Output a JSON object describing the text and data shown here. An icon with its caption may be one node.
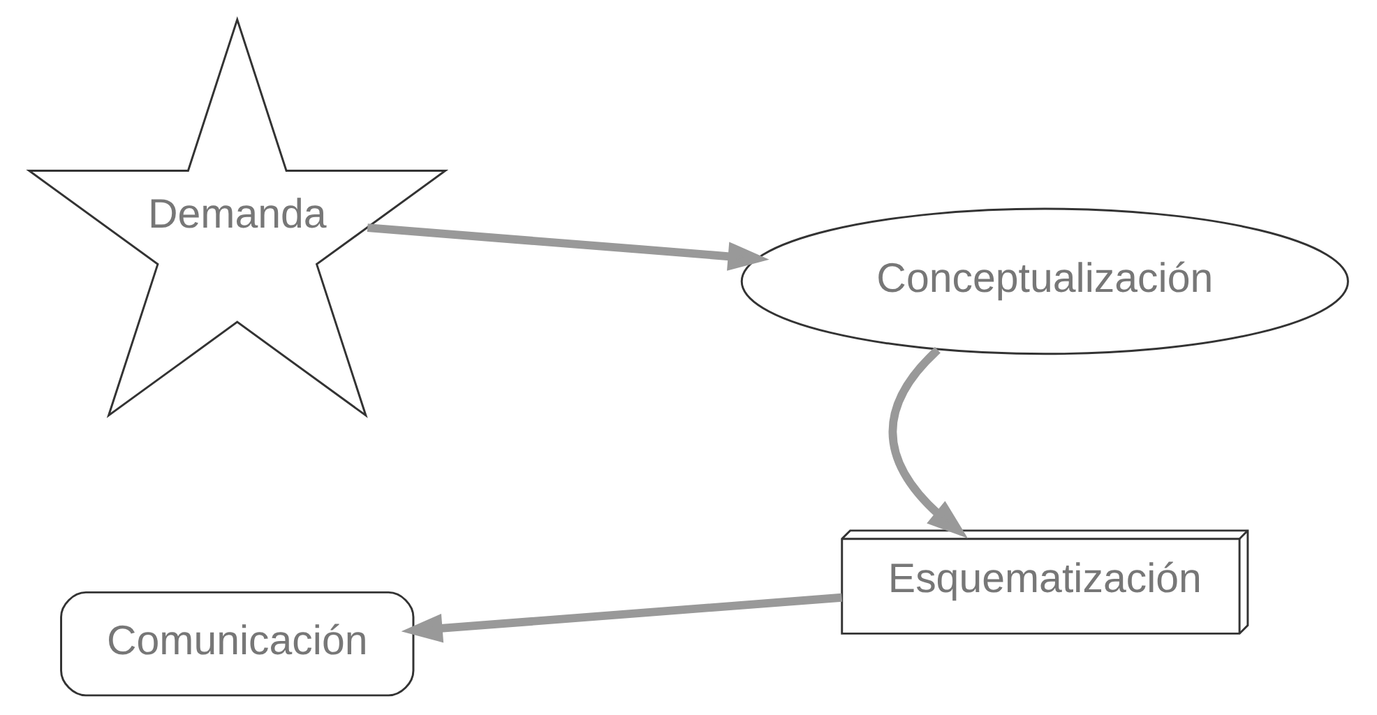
{
  "diagram": {
    "nodes": [
      {
        "text": [
          "Demanda"
        ]
      },
      {
        "text": [
          "Conceptualización"
        ]
      },
      {
        "text": [
          "Comunicación"
        ]
      },
      {
        "text": [
          "Esquematización"
        ]
      }
    ],
    "edges": [
      {
        "from": 0,
        "to": 1,
        "arrow": "to"
      },
      {
        "from": 1,
        "to": 3,
        "arrow": "to"
      },
      {
        "from": 3,
        "to": 2,
        "arrow": "to"
      }
    ]
  }
}
